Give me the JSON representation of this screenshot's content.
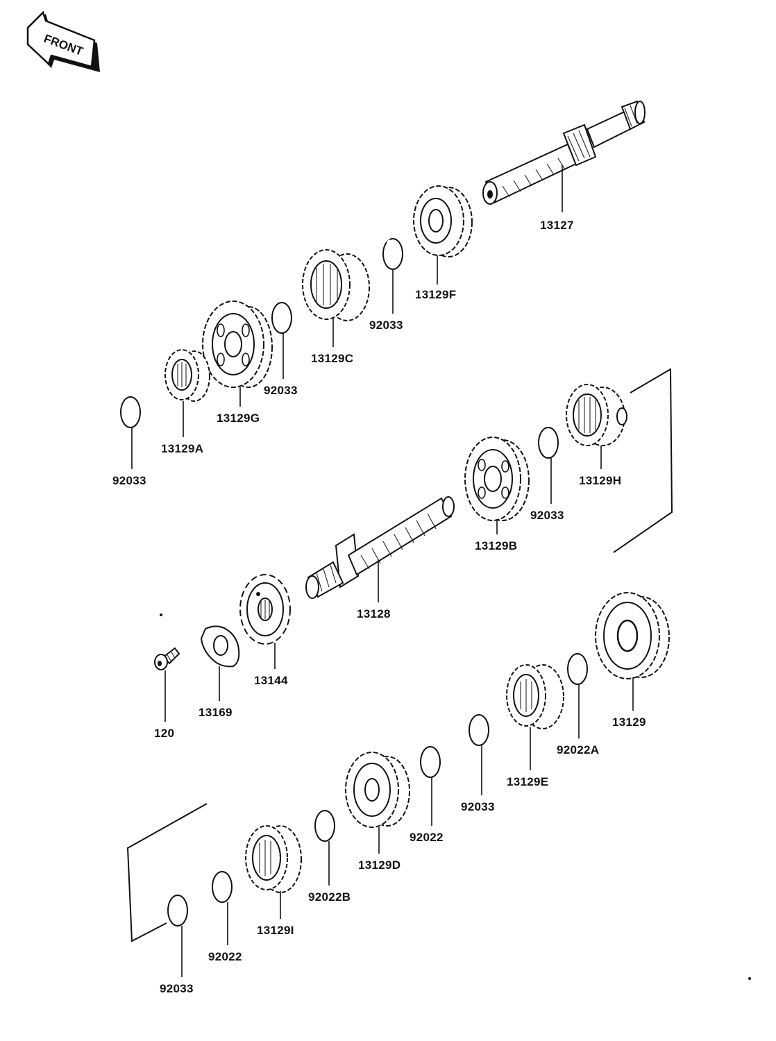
{
  "badge": {
    "text": "FRONT"
  },
  "labels": {
    "p13127": "13127",
    "p13129F": "13129F",
    "p92033_a": "92033",
    "p13129C": "13129C",
    "p92033_b": "92033",
    "p13129G": "13129G",
    "p13129A": "13129A",
    "p92033_c": "92033",
    "p13129H": "13129H",
    "p92033_d": "92033",
    "p13129B": "13129B",
    "p13128": "13128",
    "p13144": "13144",
    "p13169": "13169",
    "p120": "120",
    "p13129": "13129",
    "p92022A": "92022A",
    "p13129E": "13129E",
    "p92033_e": "92033",
    "p92022_a": "92022",
    "p13129D": "13129D",
    "p92022B": "92022B",
    "p13129I": "13129I",
    "p92022_b": "92022",
    "p92033_f": "92033"
  }
}
